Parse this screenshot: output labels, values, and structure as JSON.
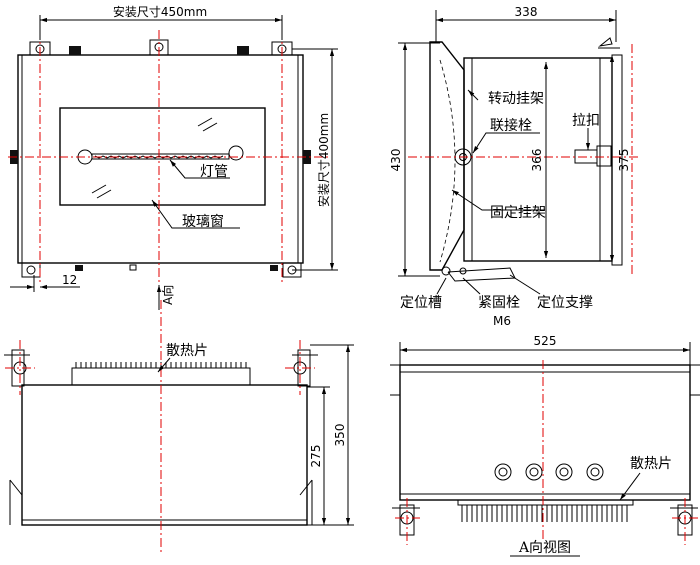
{
  "front_view": {
    "install_width_label": "安装尺寸450mm",
    "install_height_label": "安装尺寸400mm",
    "lamp_tube_label": "灯管",
    "glass_window_label": "玻璃窗",
    "dim_12": "12",
    "arrow_label": "A向"
  },
  "side_view": {
    "dim_338": "338",
    "dim_430": "430",
    "dim_366": "366",
    "dim_375": "375",
    "rotating_bracket_label": "转动挂架",
    "hinge_bolt_label": "联接栓",
    "handle_label": "拉扣",
    "fixed_bracket_label": "固定挂架",
    "locating_slot_label": "定位槽",
    "fastening_bolt_label": "紧固栓",
    "bolt_size_label": "M6",
    "locating_support_label": "定位支撑"
  },
  "bottom_left_view": {
    "heat_sink_label": "散热片",
    "dim_275": "275",
    "dim_350": "350"
  },
  "bottom_right_view": {
    "dim_525": "525",
    "heat_sink_label": "散热片",
    "view_title": "A向视图"
  }
}
